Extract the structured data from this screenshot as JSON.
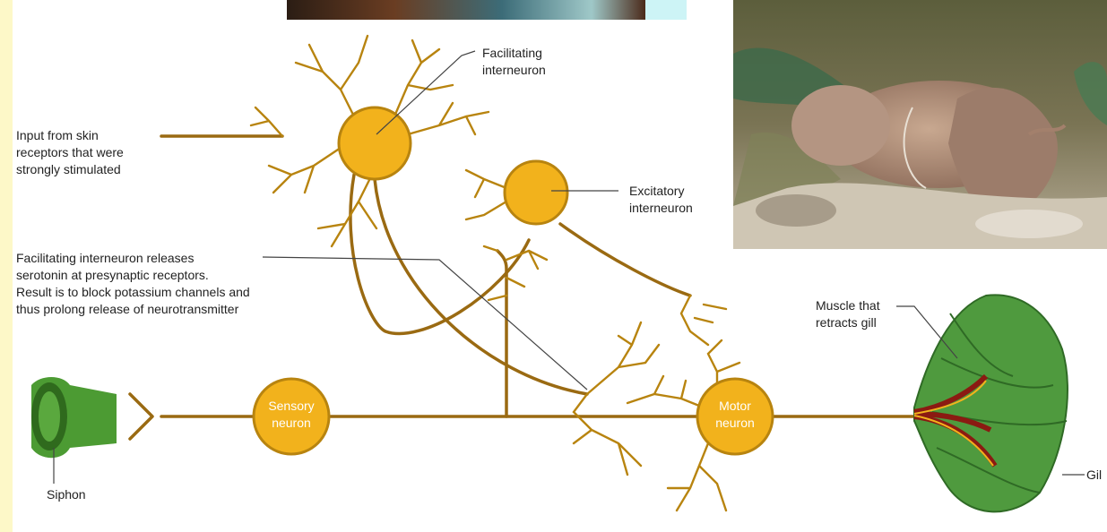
{
  "labels": {
    "facilitating": [
      "Facilitating",
      "interneuron"
    ],
    "input": [
      "Input from skin",
      "receptors that were",
      "strongly stimulated"
    ],
    "excitatory": [
      "Excitatory",
      "interneuron"
    ],
    "release": [
      "Facilitating interneuron releases",
      "serotonin at presynaptic receptors.",
      "Result is to block potassium channels and",
      "thus prolong release of neurotransmitter"
    ],
    "muscle": [
      "Muscle that",
      "retracts gill"
    ],
    "siphon": "Siphon",
    "gill": "Gil"
  },
  "nodes": {
    "sensory": [
      "Sensory",
      "neuron"
    ],
    "motor": [
      "Motor",
      "neuron"
    ]
  },
  "colors": {
    "axon": "#9a6a12",
    "cell_body": "#f2b21c",
    "cell_edge": "#b8840f",
    "gill": "#4f9a3e",
    "siphon": "#4c9b33",
    "muscle": "#8b1a12",
    "leader": "#444444"
  }
}
